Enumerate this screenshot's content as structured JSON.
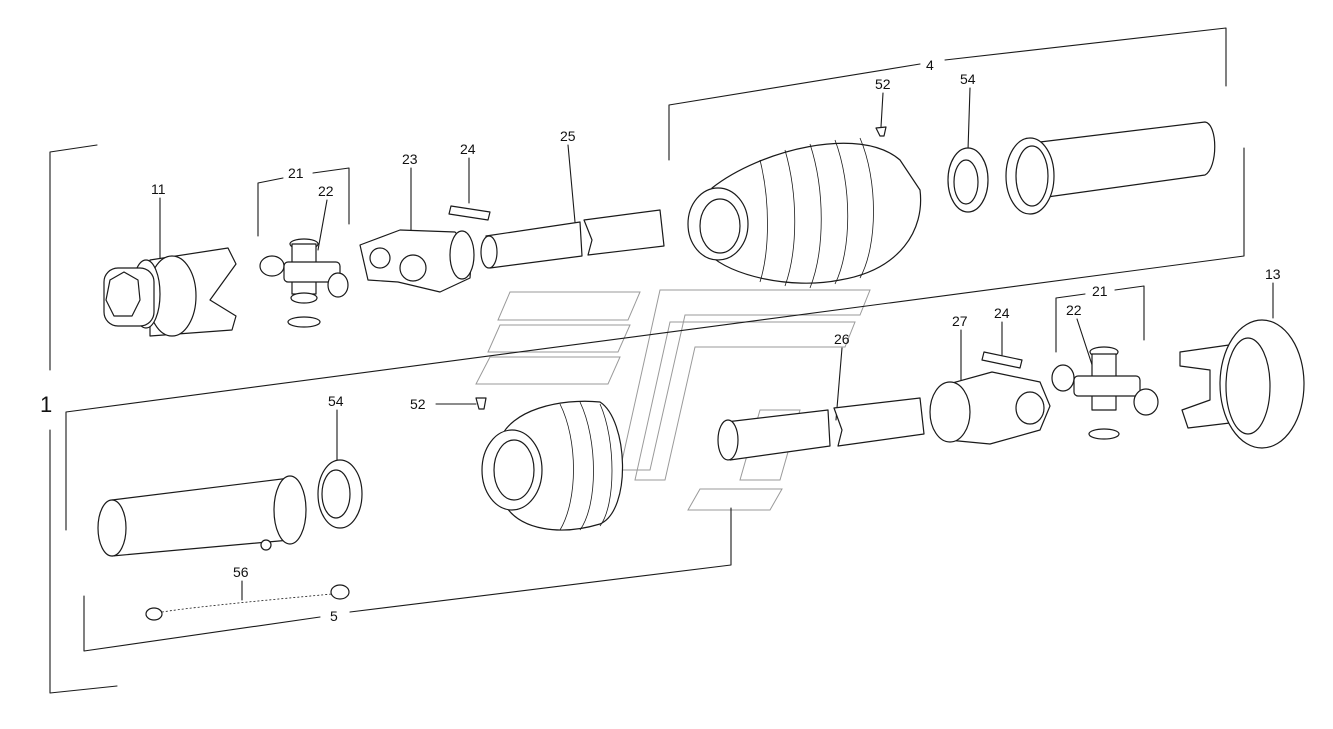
{
  "diagram": {
    "labels": {
      "assembly": "1",
      "tube_outer": "4",
      "tube_inner": "5",
      "yoke_left": "11",
      "yoke_right": "13",
      "cross_kit_left": "21",
      "cross_left": "22",
      "inner_yoke_left": "23",
      "pin_left": "24",
      "profile_tube_upper": "25",
      "profile_tube_lower": "26",
      "inner_yoke_right": "27",
      "pin_right": "24",
      "cross_kit_right": "21",
      "cross_right": "22",
      "screw_upper": "52",
      "screw_lower": "52",
      "bearing_ring_upper": "54",
      "bearing_ring_lower": "54",
      "chain": "56"
    }
  }
}
